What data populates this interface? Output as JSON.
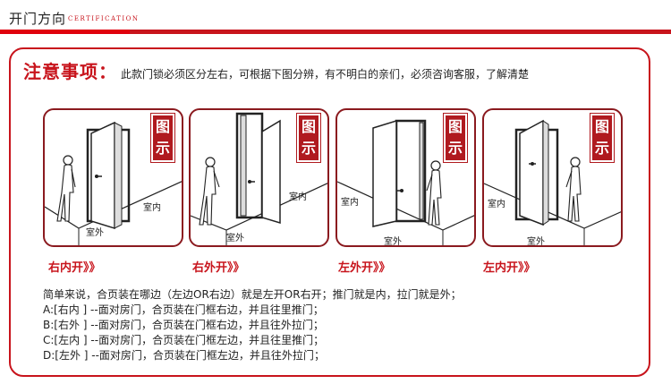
{
  "header": {
    "title": "开门方向",
    "subtitle": "CERTIFICATION",
    "accent_color": "#c8141c"
  },
  "notice": {
    "title": "注意事项：",
    "text": "此款门锁必须区分左右，可根据下图分辨，有不明白的亲们，必须咨询客服，了解清楚"
  },
  "panels": [
    {
      "tag_line1": "图",
      "tag_line2": "示",
      "inside": "室内",
      "outside": "室外",
      "caption": "右内开》》"
    },
    {
      "tag_line1": "图",
      "tag_line2": "示",
      "inside": "室内",
      "outside": "室外",
      "caption": "右外开》》"
    },
    {
      "tag_line1": "图",
      "tag_line2": "示",
      "inside": "室内",
      "outside": "室外",
      "caption": "左外开》》"
    },
    {
      "tag_line1": "图",
      "tag_line2": "示",
      "inside": "室内",
      "outside": "室外",
      "caption": "左内开》》"
    }
  ],
  "explanation": {
    "intro": "简单来说，合页装在哪边（左边OR右边）就是左开OR右开；推门就是内，拉门就是外；",
    "lines": [
      "A:[右内 ] --面对房门，合页装在门框右边，并且往里推门；",
      "B:[右外 ] --面对房门，合页装在门框右边，并且往外拉门；",
      "C:[左内 ] --面对房门，合页装在门框左边，并且往里推门；",
      "D:[左外 ] --面对房门，合页装在门框左边，并且往外拉门；"
    ]
  }
}
